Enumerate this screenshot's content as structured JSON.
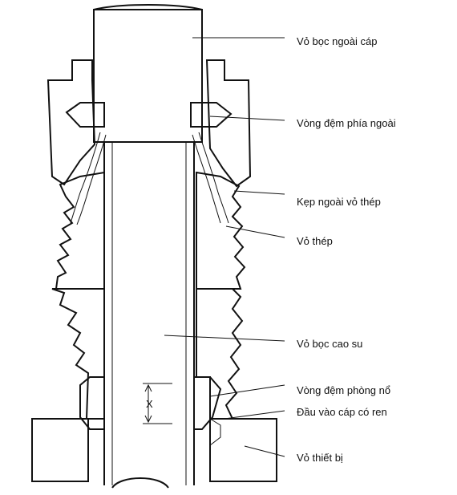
{
  "diagram": {
    "labels": [
      {
        "id": "outer_sheath",
        "text": "Vỏ bọc ngoài cáp"
      },
      {
        "id": "outer_seal",
        "text": "Vòng đệm phía ngoài"
      },
      {
        "id": "armour_clamp",
        "text": "Kẹp ngoài vỏ thép"
      },
      {
        "id": "armour",
        "text": "Vỏ thép"
      },
      {
        "id": "rubber_sheath",
        "text": "Vỏ bọc cao su"
      },
      {
        "id": "flameproof_seal",
        "text": "Vòng đệm phòng nổ"
      },
      {
        "id": "threaded_entry",
        "text": "Đầu vào cáp có ren"
      },
      {
        "id": "equipment_housing",
        "text": "Vỏ thiết bị"
      }
    ],
    "dimension_label": "X",
    "colors": {
      "ink": "#111111",
      "seal_fill": "#d8d8d8",
      "background": "#ffffff"
    }
  }
}
